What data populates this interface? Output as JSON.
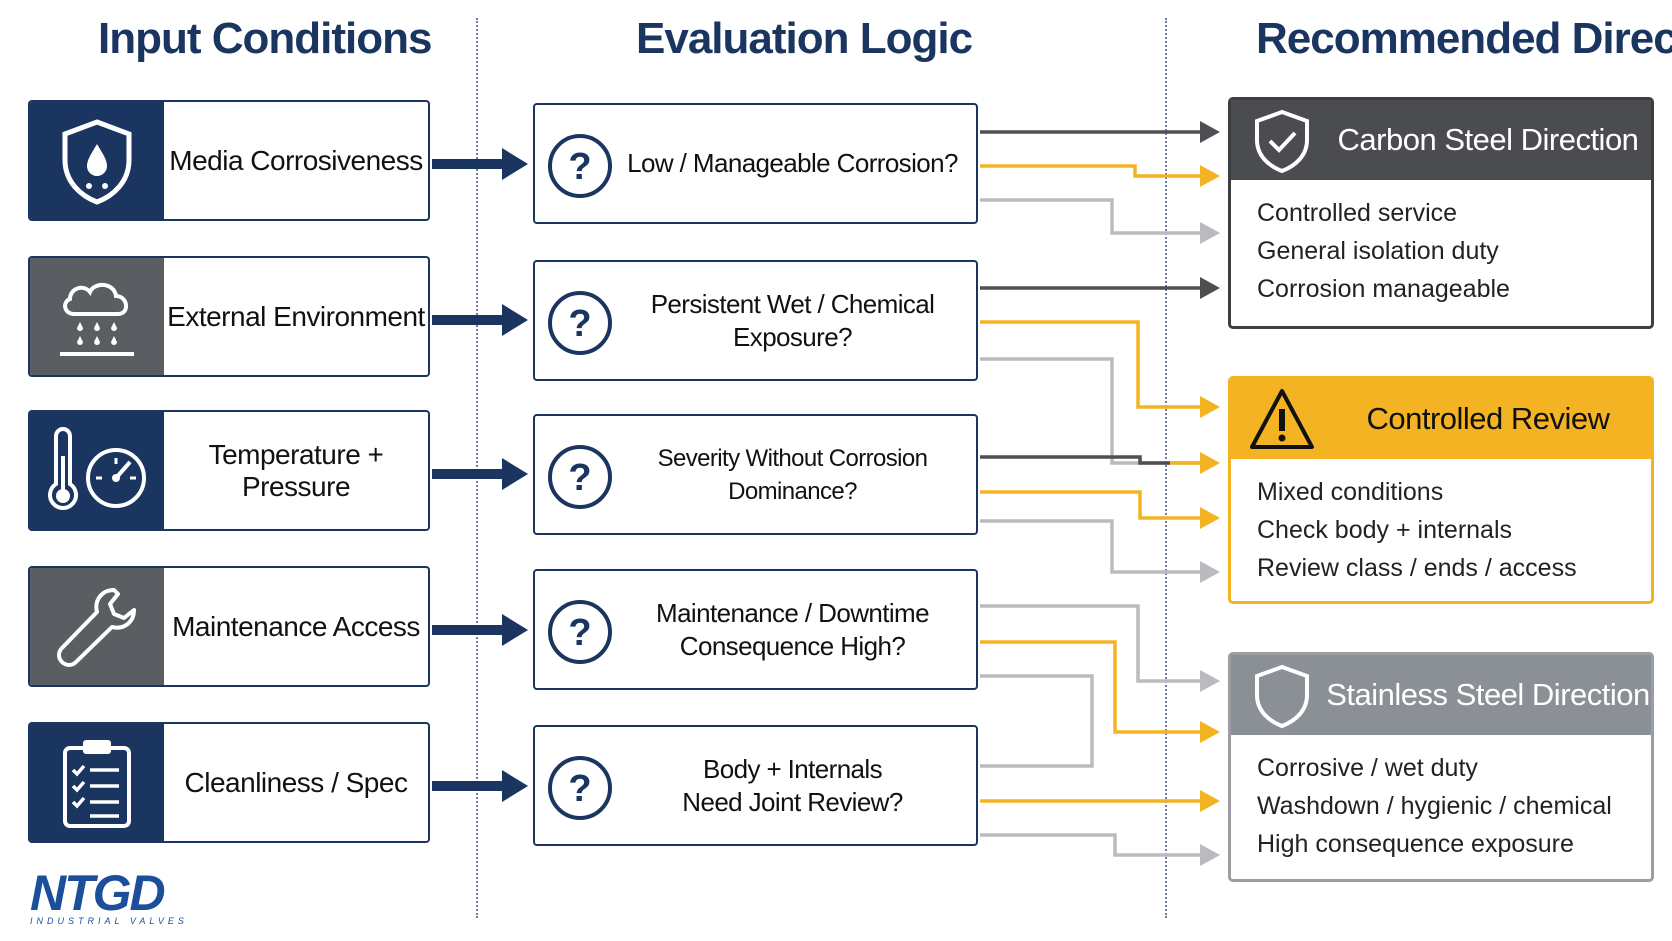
{
  "columns": {
    "input": "Input Conditions",
    "logic": "Evaluation Logic",
    "direction": "Recommended Direction"
  },
  "inputs": [
    {
      "label": "Media Corrosiveness",
      "icon": "shield-droplet-icon"
    },
    {
      "label": "External Environment",
      "icon": "rain-cloud-icon"
    },
    {
      "label": "Temperature + Pressure",
      "icon": "thermometer-gauge-icon"
    },
    {
      "label": "Maintenance Access",
      "icon": "wrench-icon"
    },
    {
      "label": "Cleanliness / Spec",
      "icon": "clipboard-checklist-icon"
    }
  ],
  "logic": [
    {
      "line1": "Low / Manageable Corrosion?",
      "line2": ""
    },
    {
      "line1": "Persistent Wet / Chemical Exposure?",
      "line2": ""
    },
    {
      "line1": "Severity Without Corrosion Dominance?",
      "line2": ""
    },
    {
      "line1": "Maintenance / Downtime",
      "line2": "Consequence High?"
    },
    {
      "line1": "Body + Internals",
      "line2": "Need Joint Review?"
    }
  ],
  "directions": [
    {
      "title": "Carbon Steel Direction",
      "icon": "shield-check-icon",
      "items": [
        "Controlled service",
        "General isolation duty",
        "Corrosion manageable"
      ]
    },
    {
      "title": "Controlled Review",
      "icon": "warning-triangle-icon",
      "items": [
        "Mixed conditions",
        "Check body + internals",
        "Review class / ends / access"
      ]
    },
    {
      "title": "Stainless Steel Direction",
      "icon": "shield-icon",
      "items": [
        "Corrosive / wet duty",
        "Washdown / hygienic / chemical",
        "High consequence exposure"
      ]
    }
  ],
  "logo": {
    "text": "NTGD",
    "subtitle": "INDUSTRIAL VALVES"
  },
  "colors": {
    "navy": "#1b3561",
    "gray_dark": "#4d4f52",
    "gray_light": "#b9bbbe",
    "amber": "#f4b323",
    "carbon_header": "#4a4c50",
    "review_header": "#f4b323",
    "stainless_header": "#8b9096"
  }
}
